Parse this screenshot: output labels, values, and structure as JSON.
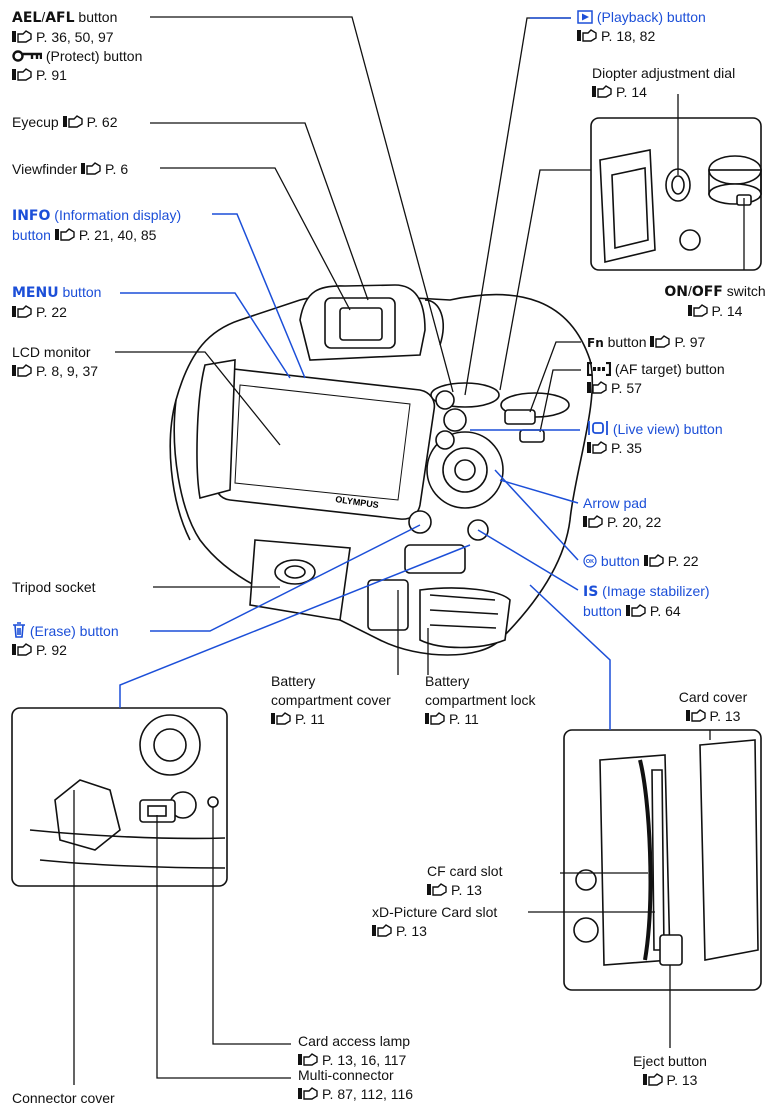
{
  "labels": {
    "ael_afl": {
      "title_a": "AEL",
      "slash": "/",
      "title_b": "AFL",
      "suffix": " button",
      "refs": "P. 36, 50, 97"
    },
    "protect": {
      "icon": "key-icon",
      "text": " (Protect) button",
      "refs": "P. 91"
    },
    "eyecup": {
      "text": "Eyecup ",
      "refs": "P. 62"
    },
    "viewfinder": {
      "text": "Viewfinder ",
      "refs": "P. 6"
    },
    "info": {
      "title": "INFO",
      "text": " (Information display)",
      "line2": "button ",
      "refs": "P. 21, 40, 85"
    },
    "menu": {
      "title": "MENU",
      "text": " button",
      "refs": "P. 22"
    },
    "lcd": {
      "text": "LCD monitor",
      "refs": "P. 8, 9, 37"
    },
    "tripod": {
      "text": "Tripod socket"
    },
    "erase": {
      "icon": "trash-icon",
      "text": " (Erase) button",
      "refs": "P. 92"
    },
    "playback": {
      "icon": "play-icon",
      "text": " (Playback) button",
      "refs": "P. 18, 82"
    },
    "diopter": {
      "text": "Diopter adjustment dial",
      "refs": "P. 14"
    },
    "onoff": {
      "title_a": "ON",
      "slash": "/",
      "title_b": "OFF",
      "suffix": " switch",
      "refs": "P. 14"
    },
    "fn": {
      "title": "Fn",
      "text": " button ",
      "refs": "P. 97"
    },
    "af_target": {
      "icon": "af-target-icon",
      "text": " (AF target) button",
      "refs": "P. 57"
    },
    "live_view": {
      "icon": "live-view-icon",
      "text": " (Live view) button",
      "refs": "P. 35"
    },
    "arrow_pad": {
      "text": "Arrow pad",
      "refs": "P. 20, 22"
    },
    "ok": {
      "icon": "ok-icon",
      "text": " button ",
      "refs": "P. 22"
    },
    "is": {
      "title": "IS",
      "text": " (Image stabilizer)",
      "line2": "button ",
      "refs": "P. 64"
    },
    "battery_cover": {
      "line1": "Battery",
      "line2": "compartment cover",
      "refs": "P. 11"
    },
    "battery_lock": {
      "line1": "Battery",
      "line2": "compartment lock",
      "refs": "P. 11"
    },
    "card_cover": {
      "text": "Card cover",
      "refs": "P. 13"
    },
    "cf_slot": {
      "text": "CF card slot",
      "refs": "P. 13"
    },
    "xd_slot": {
      "text": "xD-Picture Card slot",
      "refs": "P. 13"
    },
    "eject": {
      "text": "Eject button",
      "refs": "P. 13"
    },
    "access_lamp": {
      "text": "Card access lamp",
      "refs": "P. 13, 16, 117"
    },
    "multi_connector": {
      "text": "Multi-connector",
      "refs": "P. 87, 112, 116"
    },
    "connector_cover": {
      "text": "Connector cover"
    }
  },
  "camera_brand": "OLYMPUS",
  "colors": {
    "accent": "#1c4fd8",
    "line": "#111111",
    "leader": "#1c4fd8"
  }
}
